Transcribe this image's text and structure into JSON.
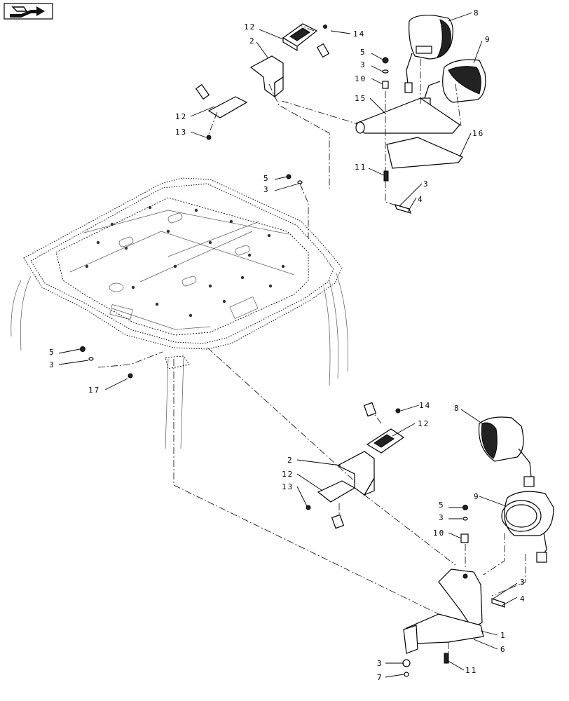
{
  "nav": {
    "icon": "next-page-arrow-icon"
  },
  "callouts": {
    "top": {
      "c12a": "12",
      "c2": "2",
      "c14": "14",
      "c8": "8",
      "c9": "9",
      "c5": "5",
      "c3a": "3",
      "c10": "10",
      "c15": "15",
      "c12b": "12",
      "c13": "13",
      "c16": "16",
      "c11": "11",
      "c3b": "3",
      "c4": "4"
    },
    "cab": {
      "c5a": "5",
      "c3a": "3",
      "c5b": "5",
      "c3b": "3",
      "c17": "17"
    },
    "bottom": {
      "c14": "14",
      "c12a": "12",
      "c2": "2",
      "c12b": "12",
      "c13": "13",
      "c8": "8",
      "c9": "9",
      "c5": "5",
      "c3a": "3",
      "c10": "10",
      "c3b": "3",
      "c4": "4",
      "c1": "1",
      "c6": "6",
      "c3c": "3",
      "c7": "7",
      "c11": "11"
    }
  }
}
